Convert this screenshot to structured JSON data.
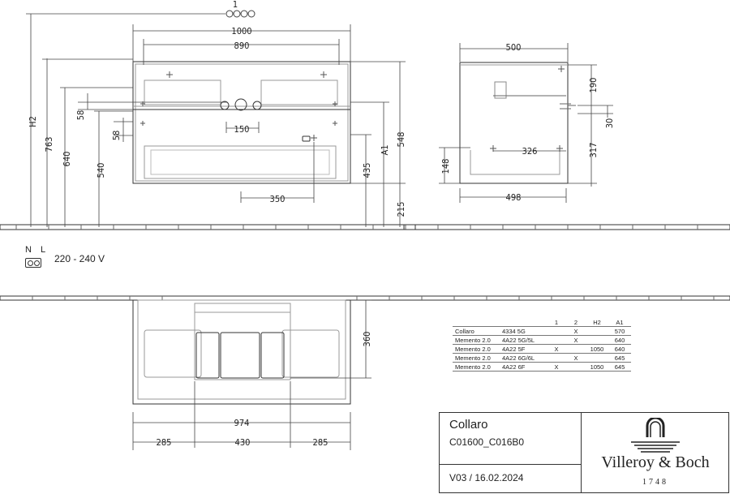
{
  "front_view": {
    "callout": "1",
    "dims": {
      "width_total": "1000",
      "width_inner": "890",
      "h2": "H2",
      "h763": "763",
      "h640": "640",
      "h540": "540",
      "d58a": "58",
      "d58b": "58",
      "d150": "150",
      "d350": "350",
      "d435": "435",
      "a1": "A1",
      "d548": "548",
      "d215": "215"
    }
  },
  "side_view": {
    "dims": {
      "d500": "500",
      "d190": "190",
      "d30": "30",
      "d317": "317",
      "d326": "326",
      "d148": "148",
      "d498": "498"
    }
  },
  "top_view": {
    "dims": {
      "d360": "360",
      "d974": "974",
      "d285a": "285",
      "d430": "430",
      "d285b": "285"
    }
  },
  "electrical": {
    "nl_label": "N L",
    "voltage": "220 - 240 V"
  },
  "variants_table": {
    "headers": [
      "",
      "",
      "1",
      "2",
      "H2",
      "A1"
    ],
    "rows": [
      [
        "Collaro",
        "4334 5G",
        "",
        "X",
        "",
        "570"
      ],
      [
        "Memento 2.0",
        "4A22 5G/5L",
        "",
        "X",
        "",
        "640"
      ],
      [
        "Memento 2.0",
        "4A22 5F",
        "X",
        "",
        "1050",
        "640"
      ],
      [
        "Memento 2.0",
        "4A22 6G/6L",
        "",
        "X",
        "",
        "645"
      ],
      [
        "Memento 2.0",
        "4A22 6F",
        "X",
        "",
        "1050",
        "645"
      ]
    ]
  },
  "title_block": {
    "product": "Collaro",
    "code": "C01600_C016B0",
    "version": "V03 / 16.02.2024",
    "brand": "Villeroy & Boch",
    "year": "1748"
  }
}
